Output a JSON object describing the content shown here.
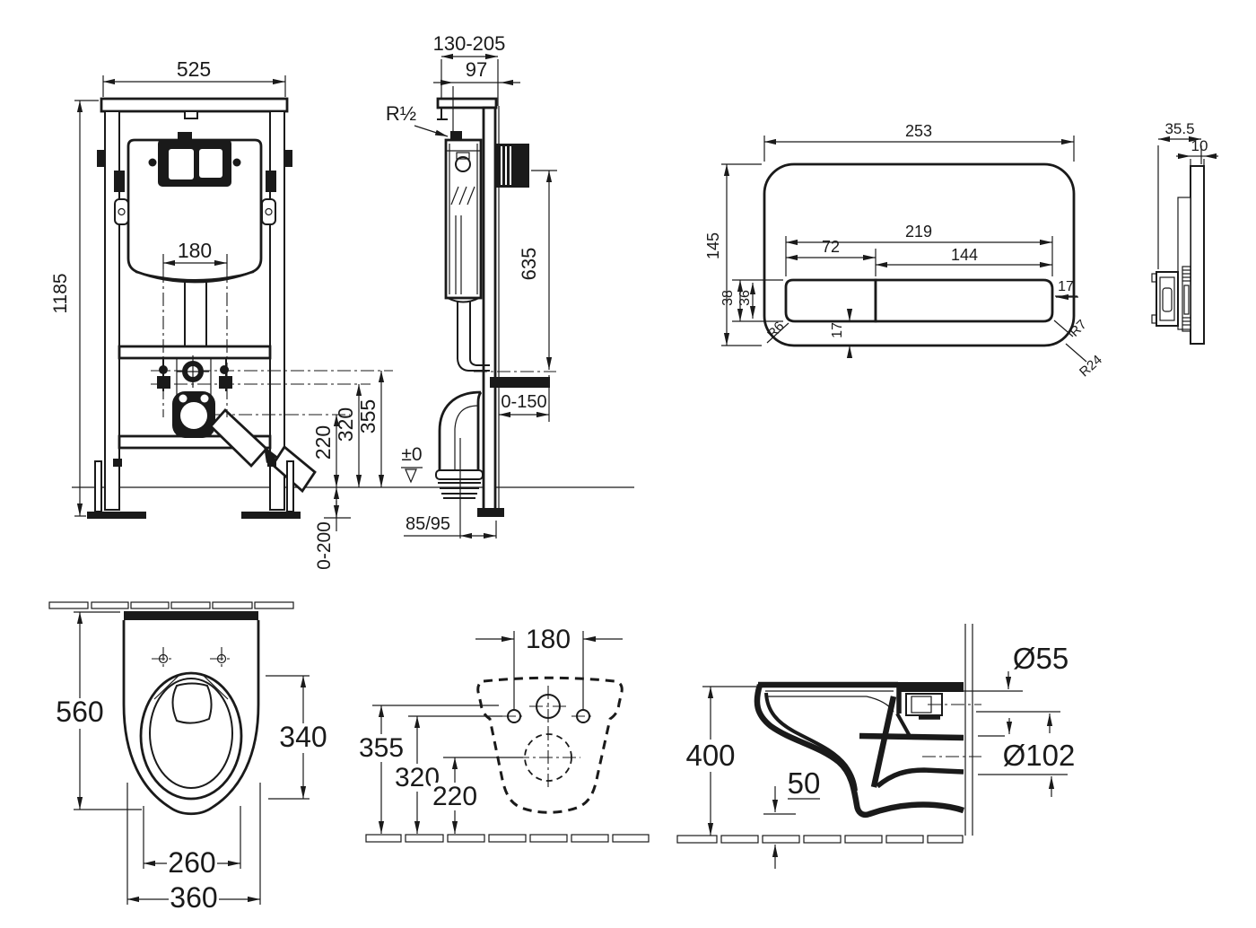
{
  "views": {
    "frame_front": {
      "width": "525",
      "height": "1185",
      "spread": "180",
      "h_fix": "355",
      "h_outlet": "320",
      "h_drain": "220",
      "leg_adjust": "0-200"
    },
    "frame_side": {
      "depth_range": "130-205",
      "depth_front": "97",
      "water_conn": "R½",
      "flush_height": "635",
      "offset_range": "0-150",
      "floor_level": "±0",
      "drain_offset": "85/95"
    },
    "plate_front": {
      "width": "253",
      "height": "145",
      "panel_width": "219",
      "small_button": "72",
      "large_button": "144",
      "h_outer": "38",
      "h_inner": "36",
      "margin_right": "17",
      "margin_bottom": "17",
      "radius_small": "R6",
      "radius_mid": "R7",
      "radius_large": "R24"
    },
    "plate_side": {
      "depth": "35.5",
      "thickness": "10"
    },
    "pan_plan": {
      "length": "560",
      "bowl_length": "340",
      "width_inner": "260",
      "width_outer": "360"
    },
    "pan_template": {
      "spread": "180",
      "h_fix": "355",
      "h_holes": "320",
      "h_drain": "220"
    },
    "pan_side": {
      "height": "400",
      "clearance": "50",
      "inlet_dia": "Ø55",
      "outlet_dia": "Ø102"
    }
  }
}
